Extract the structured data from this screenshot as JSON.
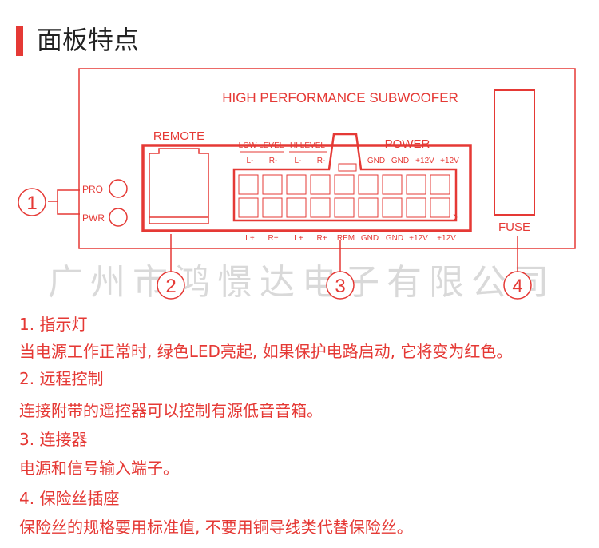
{
  "section_title": "面板特点",
  "panel": {
    "heading": "HIGH PERFORMANCE SUBWOOFER",
    "remote_label": "REMOTE",
    "power_label": "POWER",
    "fuse_label": "FUSE",
    "indicators": [
      "PRO",
      "PWR"
    ],
    "low_level_label": "LOW LEVEL",
    "hi_level_label": "HI LEVEL",
    "top_row_pins": [
      "L-",
      "R-",
      "L-",
      "R-",
      "GND",
      "GND",
      "+12V",
      "+12V"
    ],
    "bottom_row_pins": [
      "L+",
      "R+",
      "L+",
      "R+",
      "REM",
      "GND",
      "GND",
      "+12V",
      "+12V"
    ],
    "callouts": [
      "1",
      "2",
      "3",
      "4"
    ],
    "watermark": "广州市鸿憬达电子有限公司"
  },
  "descriptions": [
    "1. 指示灯",
    "当电源工作正常时, 绿色LED亮起, 如果保护电路启动, 它将变为红色。",
    "2. 远程控制",
    "连接附带的遥控器可以控制有源低音音箱。",
    "3. 连接器",
    "电源和信号输入端子。",
    "4. 保险丝插座",
    "保险丝的规格要用标准值, 不要用铜导线类代替保险丝。"
  ],
  "colors": {
    "accent": "#e53935",
    "text": "#222222",
    "watermark": "#d9d9d9"
  }
}
